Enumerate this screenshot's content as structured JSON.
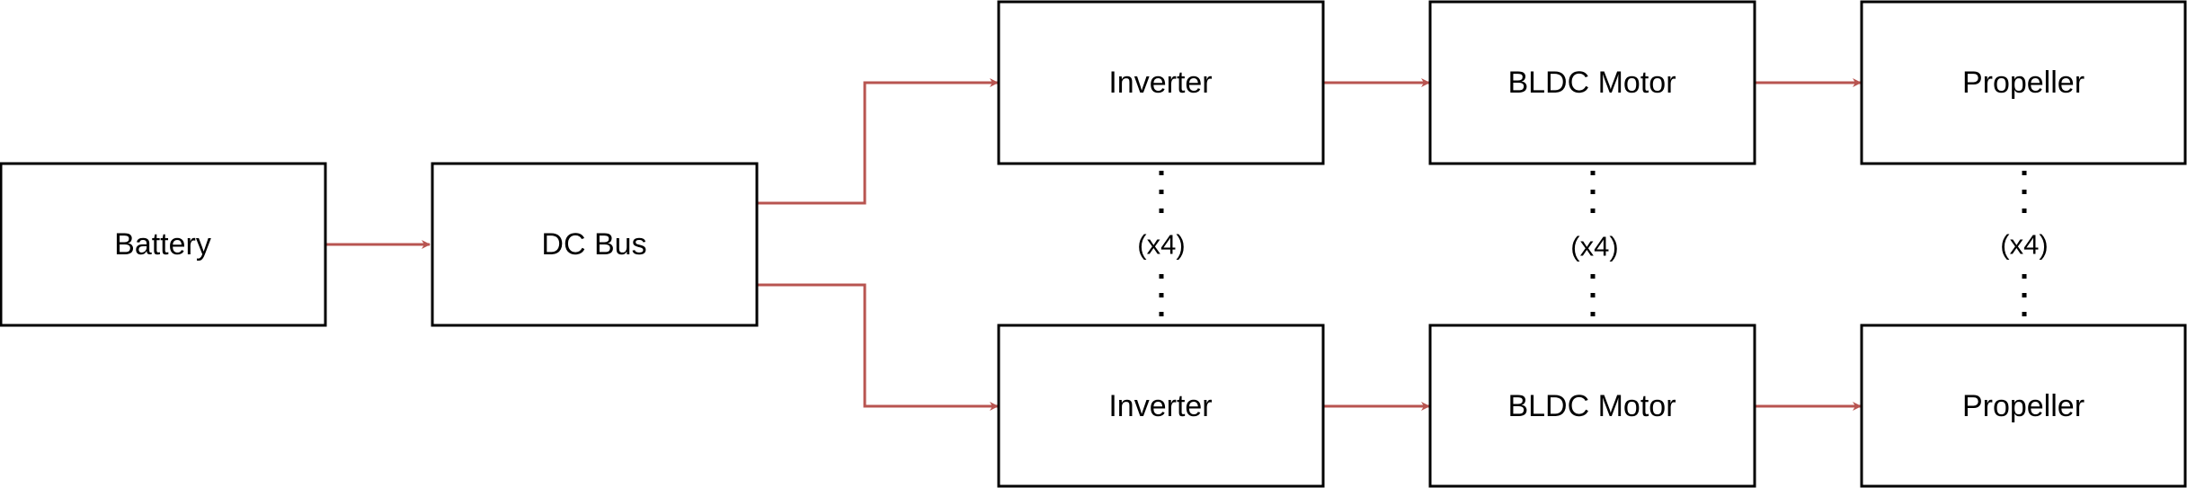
{
  "colors": {
    "arrow": "#b85450",
    "box_border": "#000000",
    "text": "#000000",
    "background": "#ffffff"
  },
  "blocks": {
    "battery": "Battery",
    "dc_bus": "DC Bus",
    "inverter_top": "Inverter",
    "motor_top": "BLDC Motor",
    "propeller_top": "Propeller",
    "inverter_bottom": "Inverter",
    "motor_bottom": "BLDC Motor",
    "propeller_bottom": "Propeller"
  },
  "multiplicity": {
    "inverter": "(x4)",
    "motor": "(x4)",
    "propeller": "(x4)"
  }
}
